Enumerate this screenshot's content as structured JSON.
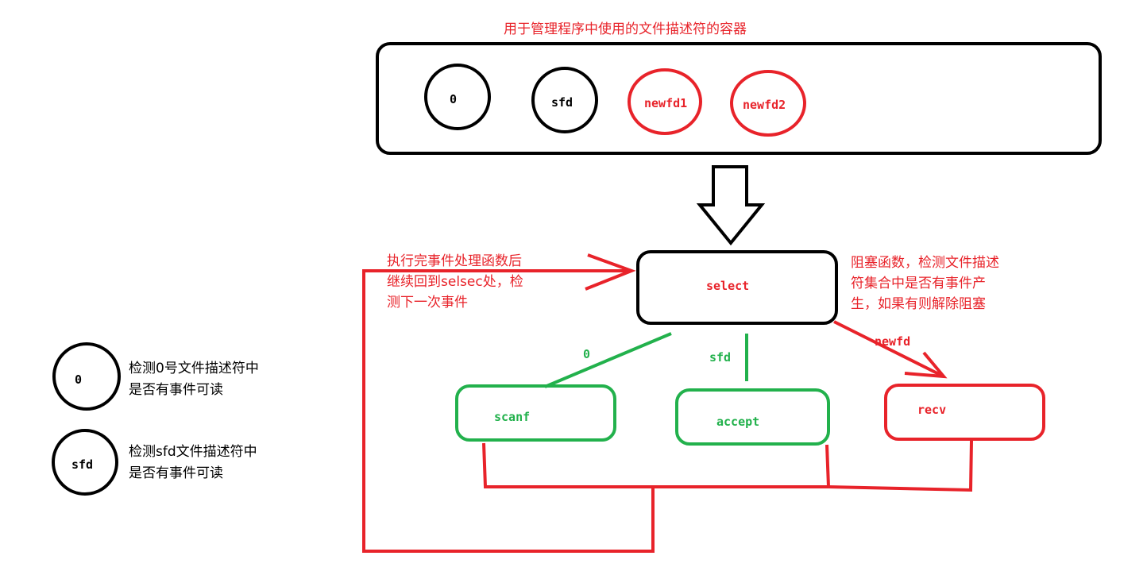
{
  "container": {
    "title": "用于管理程序中使用的文件描述符的容器",
    "fds": [
      {
        "label": "0",
        "color": "#000000"
      },
      {
        "label": "sfd",
        "color": "#000000"
      },
      {
        "label": "newfd1",
        "color": "#e8232a"
      },
      {
        "label": "newfd2",
        "color": "#e8232a"
      }
    ]
  },
  "select_node": {
    "label": "select",
    "left_note": [
      "执行完事件处理函数后",
      "继续回到selsec处，检",
      "测下一次事件"
    ],
    "right_note": [
      "阻塞函数，检测文件描述",
      "符集合中是否有事件产",
      "生，如果有则解除阻塞"
    ]
  },
  "branches": [
    {
      "edge_label": "0",
      "node_label": "scanf",
      "color": "#22b14c"
    },
    {
      "edge_label": "sfd",
      "node_label": "accept",
      "color": "#22b14c"
    },
    {
      "edge_label": "newfd",
      "node_label": "recv",
      "color": "#e8232a"
    }
  ],
  "legend": [
    {
      "symbol": "0",
      "text": [
        "检测0号文件描述符中",
        "是否有事件可读"
      ]
    },
    {
      "symbol": "sfd",
      "text": [
        "检测sfd文件描述符中",
        "是否有事件可读"
      ]
    }
  ],
  "colors": {
    "red": "#e8232a",
    "green": "#22b14c",
    "black": "#000000"
  }
}
